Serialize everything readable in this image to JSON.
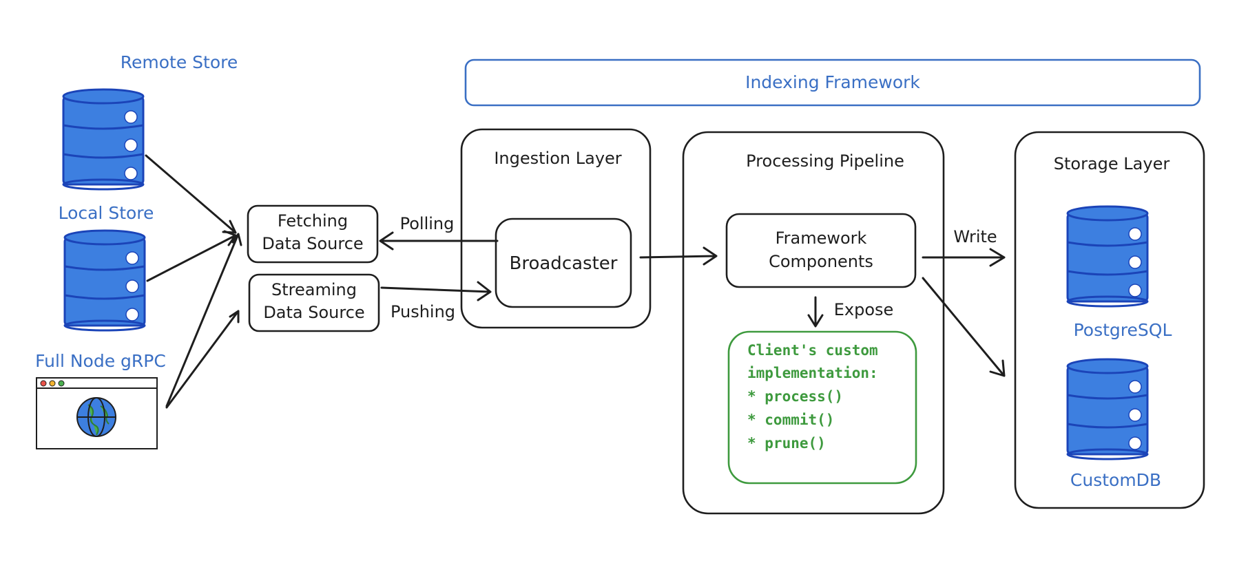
{
  "sources": {
    "remote_store": "Remote Store",
    "local_store": "Local Store",
    "full_node": "Full Node gRPC"
  },
  "data_sources": {
    "fetching_line1": "Fetching",
    "fetching_line2": "Data Source",
    "streaming_line1": "Streaming",
    "streaming_line2": "Data Source"
  },
  "edges": {
    "polling": "Polling",
    "pushing": "Pushing",
    "write": "Write",
    "expose": "Expose"
  },
  "framework": {
    "title": "Indexing Framework"
  },
  "ingestion": {
    "title": "Ingestion Layer",
    "broadcaster": "Broadcaster"
  },
  "processing": {
    "title": "Processing Pipeline",
    "components_line1": "Framework",
    "components_line2": "Components",
    "client_lines": [
      "Client's custom",
      "implementation:",
      "* process()",
      "* commit()",
      "* prune()"
    ]
  },
  "storage": {
    "title": "Storage Layer",
    "postgres": "PostgreSQL",
    "custom_db": "CustomDB"
  },
  "colors": {
    "blue_label": "#3a6fc4",
    "db_fill": "#3d7fe0",
    "db_stroke": "#1b44b8",
    "green": "#3e9a3e",
    "ink": "#1e1e1e"
  },
  "icons": {
    "database": "database-icon",
    "browser_globe": "browser-globe-icon"
  }
}
